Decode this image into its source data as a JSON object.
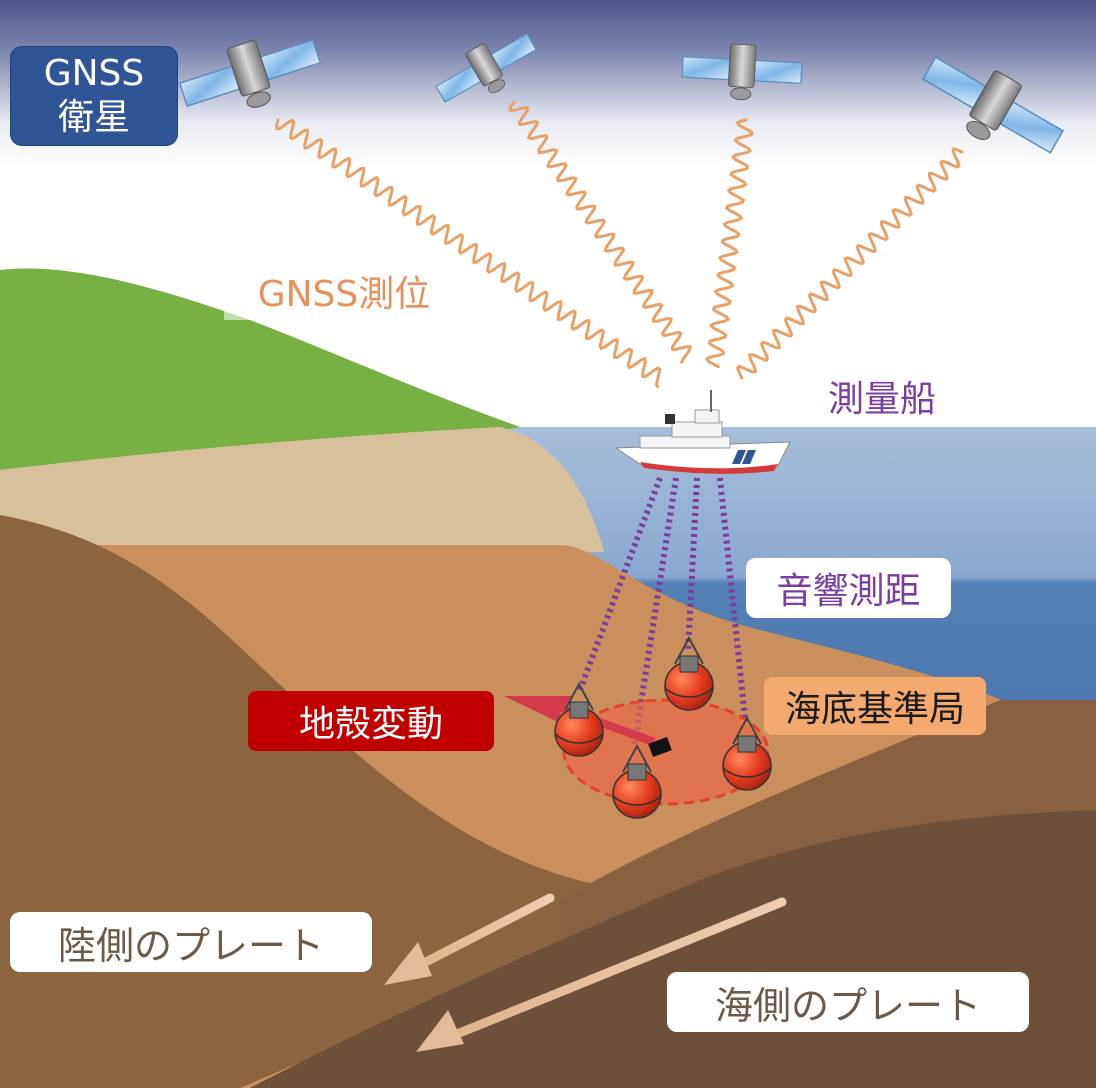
{
  "labels": {
    "gnss_satellite_line1": "GNSS",
    "gnss_satellite_line2": "衛星",
    "gnss_positioning": "GNSS測位",
    "survey_ship": "測量船",
    "acoustic_ranging": "音響測距",
    "crustal_deformation": "地殻変動",
    "seafloor_station": "海底基準局",
    "land_plate": "陸側のプレート",
    "ocean_plate": "海側のプレート"
  },
  "colors": {
    "sky_top": "#4f5489",
    "land_green": "#78b143",
    "sea": "#4f7fb5",
    "seafloor": "#c98f5c",
    "land_plate": "#8c6440",
    "ocean_plate": "#6e5038",
    "gnss_wave": "#e8a167",
    "acoustic_wave": "#7a3ea0",
    "crust_label_bg": "#c00000",
    "station_label_bg": "#f4a96e"
  },
  "icons": [
    "satellite-icon",
    "survey-ship-icon",
    "seafloor-transponder-icon",
    "displacement-arrow-icon",
    "plate-motion-arrow-icon"
  ]
}
